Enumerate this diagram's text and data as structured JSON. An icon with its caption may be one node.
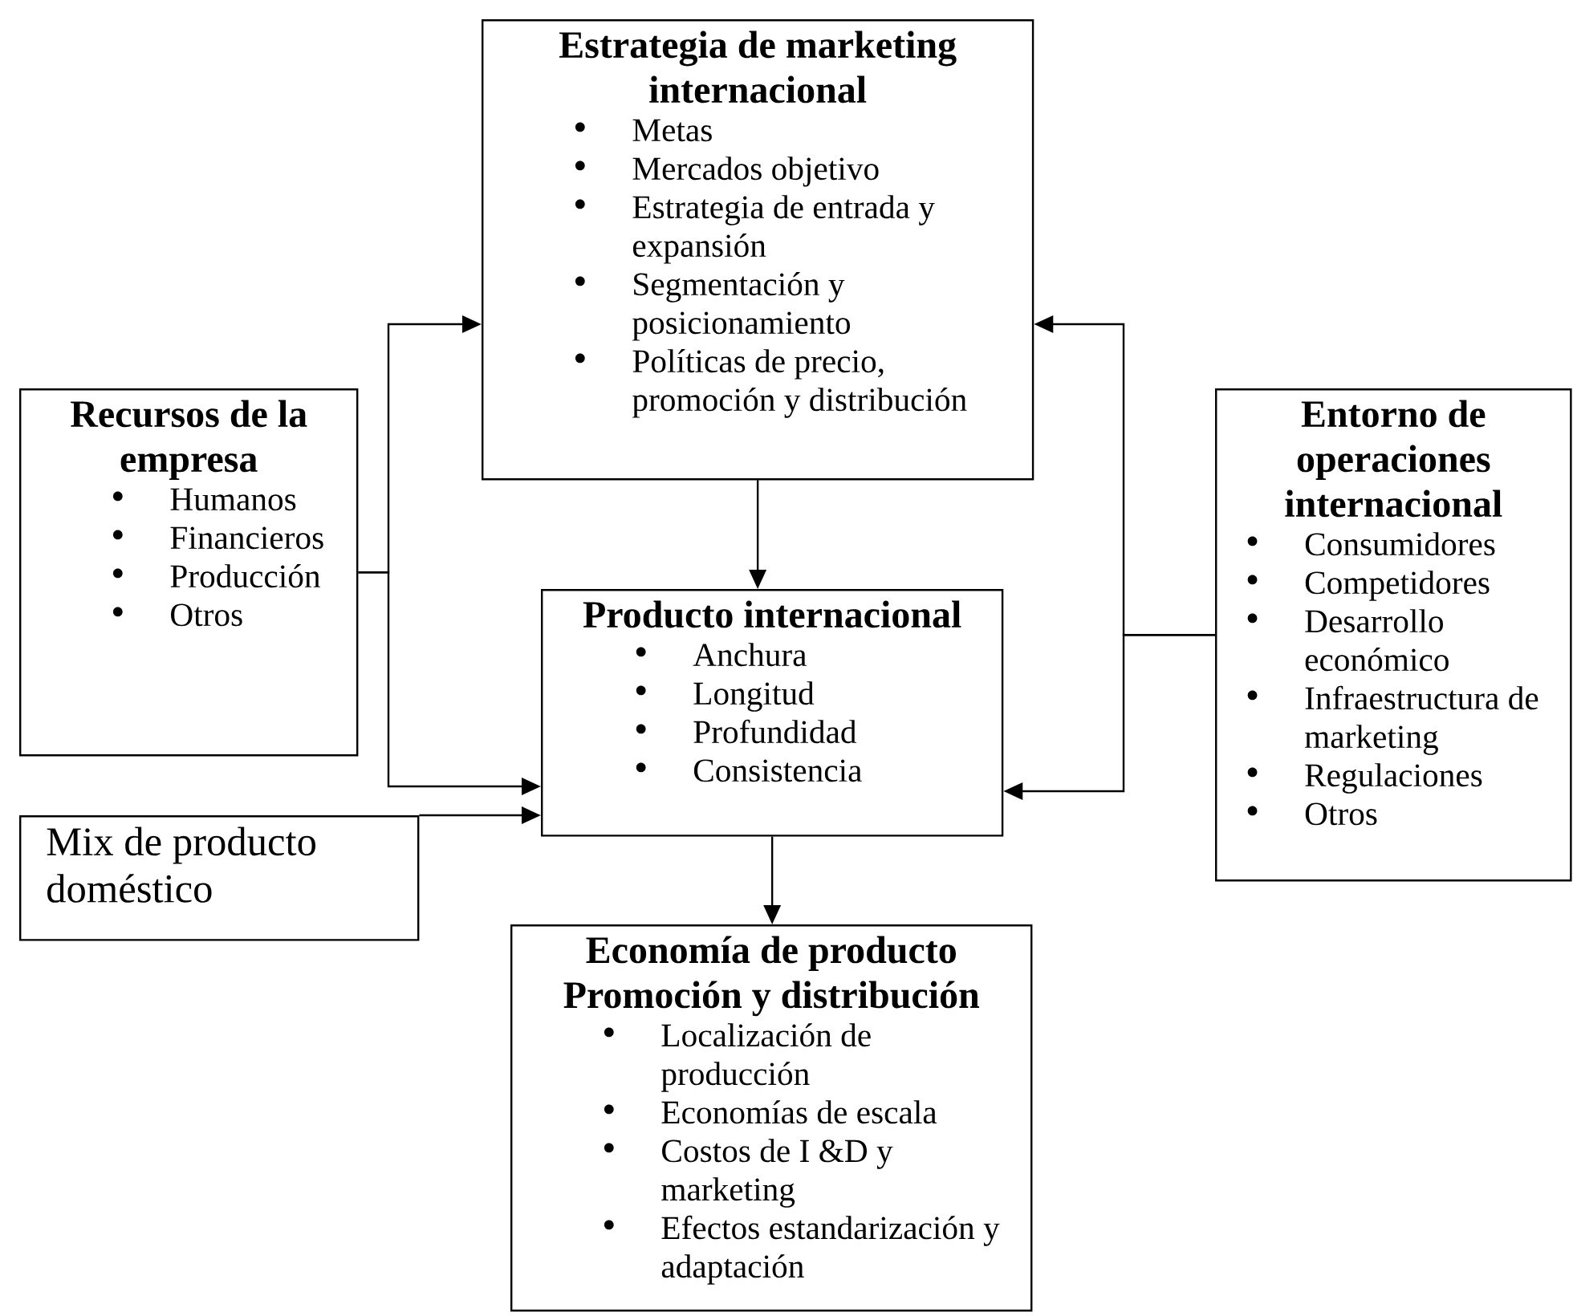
{
  "diagram": {
    "nodes": [
      {
        "text": [
          "Estrategia de marketing internacional",
          "Metas",
          "Mercados objetivo",
          "Estrategia de entrada y expansión",
          "Segmentación y posicionamiento",
          "Políticas de precio, promoción y distribución"
        ]
      },
      {
        "text": [
          "Recursos de la empresa",
          "Humanos",
          "Financieros",
          "Producción",
          "Otros"
        ]
      },
      {
        "text": [
          "Entorno de operaciones internacional",
          "Consumidores",
          "Competidores",
          "Desarrollo económico",
          "Infraestructura de marketing",
          "Regulaciones",
          "Otros"
        ]
      },
      {
        "text": [
          "Producto internacional",
          "Anchura",
          "Longitud",
          "Profundidad",
          "Consistencia"
        ]
      },
      {
        "text": [
          "Mix de producto doméstico"
        ]
      },
      {
        "text": [
          "Economía de producto Promoción y distribución",
          "Localización de producción",
          "Economías de escala",
          "Costos de I &D y marketing",
          "Efectos estandarización y adaptación"
        ]
      }
    ],
    "edges": [
      {
        "from": 1,
        "to": 0,
        "arrow": "to"
      },
      {
        "from": 1,
        "to": 3,
        "arrow": "to"
      },
      {
        "from": 4,
        "to": 3,
        "arrow": "to"
      },
      {
        "from": 2,
        "to": 0,
        "arrow": "to"
      },
      {
        "from": 2,
        "to": 3,
        "arrow": "to"
      },
      {
        "from": 0,
        "to": 3,
        "arrow": "to"
      },
      {
        "from": 3,
        "to": 5,
        "arrow": "to"
      }
    ]
  }
}
